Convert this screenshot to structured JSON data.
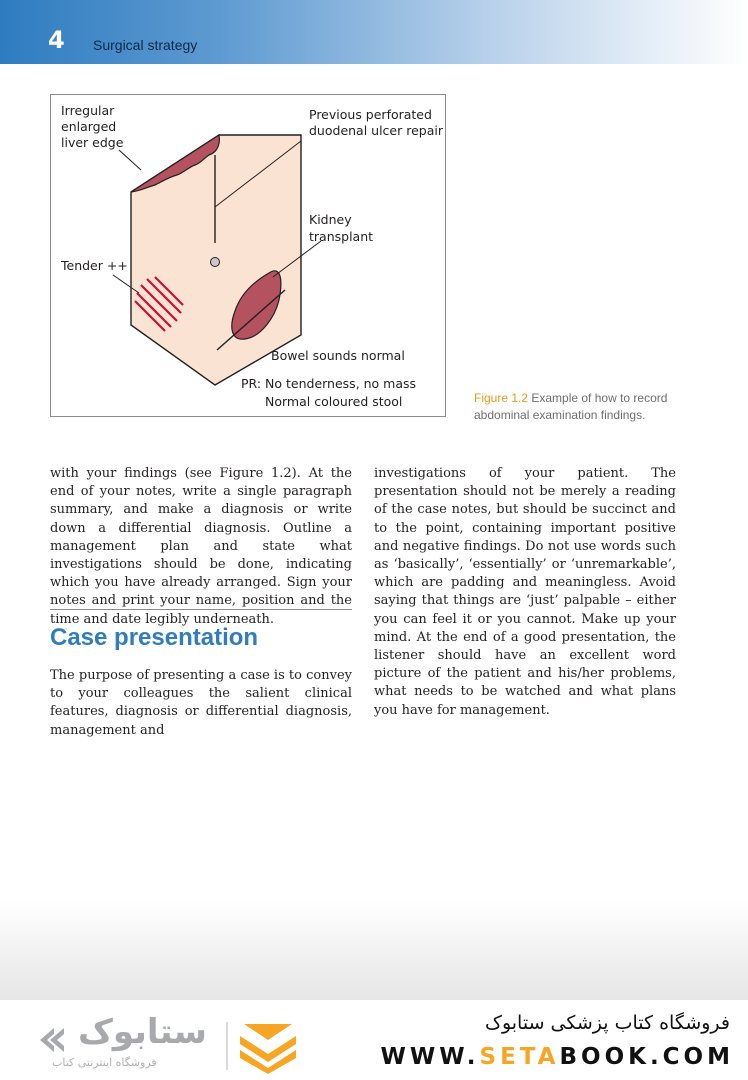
{
  "header": {
    "page_number": "4",
    "running_head": "Surgical strategy"
  },
  "figure": {
    "labels": {
      "liver_1": "Irregular",
      "liver_2": "enlarged",
      "liver_3": "liver edge",
      "ulcer_1": "Previous perforated",
      "ulcer_2": "duodenal ulcer repair",
      "kidney_1": "Kidney",
      "kidney_2": "transplant",
      "tender": "Tender ++",
      "bowel": "Bowel sounds normal",
      "pr_1": "PR: No tenderness, no mass",
      "pr_2": "Normal coloured stool"
    },
    "caption_id": "Figure 1.2",
    "caption_text": " Example of how to record abdominal examination findings.",
    "colors": {
      "skin": "#fbe3d4",
      "organ": "#b5525f",
      "tender_lines": "#c8102e"
    }
  },
  "body": {
    "left_top": "with your findings (see Figure 1.2). At the end of your notes, write a single paragraph summary, and make a diagnosis or write down a differential diagnosis. Outline a management plan and state what investigations should be done, indicating which you have already arranged. Sign your notes and print your name, position and the time and date legibly underneath.",
    "section_heading": "Case presentation",
    "left_bottom": "The purpose of presenting a case is to convey to your colleagues the salient clinical features, diagnosis or differential diagnosis, management and",
    "right": "investigations of your patient. The presentation should not be merely a reading of the case notes, but should be succinct and to the point, containing important positive and negative findings. Do not use words such as ‘basically’, ‘essentially’ or ‘unremarkable’, which are padding and meaningless. Avoid saying that things are ‘just’ palpable – either you can feel it or you cannot. Make up your mind. At the end of a good presentation, the listener should have an excellent word picture of the patient and his/her problems, what needs to be watched and what plans you have for management."
  },
  "ad": {
    "logo_word": "ستابوک",
    "logo_sub": "فروشگاه اینترنتی کتاب",
    "shop_title": "فروشگاه کتاب پزشکی ستابوک",
    "url_pre": "WWW.",
    "url_accent": "SETA",
    "url_post": "BOOK.COM",
    "accent_color": "#f6a623"
  }
}
